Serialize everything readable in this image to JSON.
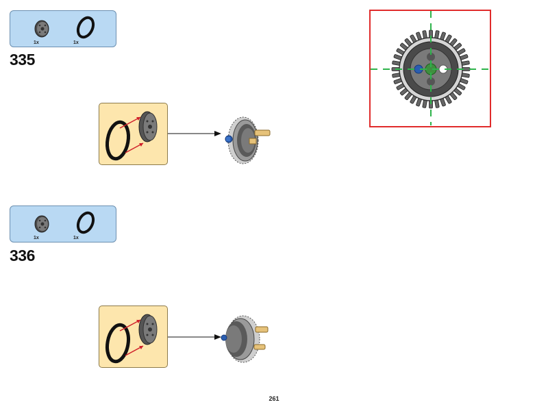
{
  "steps": [
    {
      "number": "335",
      "parts": [
        {
          "name": "wheel-hub",
          "qty": "1x"
        },
        {
          "name": "rubber-tyre",
          "qty": "1x"
        }
      ]
    },
    {
      "number": "336",
      "parts": [
        {
          "name": "wheel-hub",
          "qty": "1x"
        },
        {
          "name": "rubber-tyre",
          "qty": "1x"
        }
      ]
    }
  ],
  "page": {
    "number": "261"
  },
  "colors": {
    "parts_box": "#b9d9f3",
    "callout": "#fde6ad",
    "inset_border": "#e02b2b",
    "axis_guide": "#2db34a",
    "arrow_red": "#d0202a"
  },
  "icons": [
    "wheel-hub-icon",
    "rubber-tyre-icon",
    "gear-icon",
    "axle-pin-icon",
    "arrow-icon"
  ]
}
